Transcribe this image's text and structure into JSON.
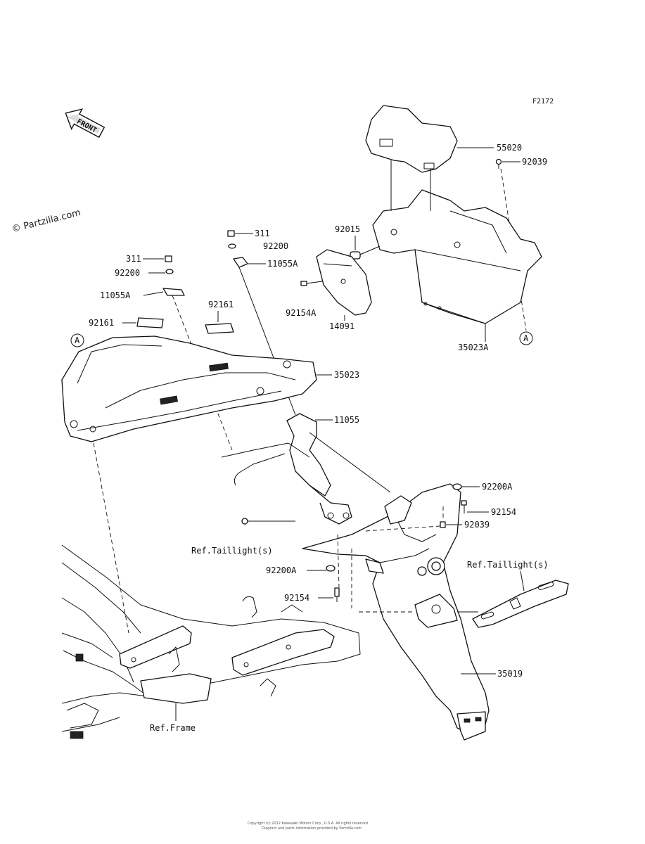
{
  "figure_code": "F2172",
  "watermark": "© Partzilla.com",
  "front_badge": "FRONT",
  "callout_a": "A",
  "labels": {
    "p55020": "55020",
    "p92039_top": "92039",
    "p92015": "92015",
    "p311_mid": "311",
    "p92200_mid": "92200",
    "p11055A_mid": "11055A",
    "p311_left": "311",
    "p92200_left": "92200",
    "p11055A_left": "11055A",
    "p92161_mid": "92161",
    "p92161_left": "92161",
    "p92154A": "92154A",
    "p14091": "14091",
    "p35023A": "35023A",
    "p35023": "35023",
    "p11055": "11055",
    "p92200A_right": "92200A",
    "p92154_right": "92154",
    "p92039_right": "92039",
    "ref_taillight_left": "Ref.Taillight(s)",
    "ref_taillight_right": "Ref.Taillight(s)",
    "p92200A_left": "92200A",
    "p92154_left": "92154",
    "p35019": "35019",
    "ref_frame": "Ref.Frame"
  },
  "footer_line1": "Copyright (c) 2012 Kawasaki Motors Corp., U.S.A. All rights reserved.",
  "footer_line2": "Diagram and parts information provided by Partzilla.com"
}
